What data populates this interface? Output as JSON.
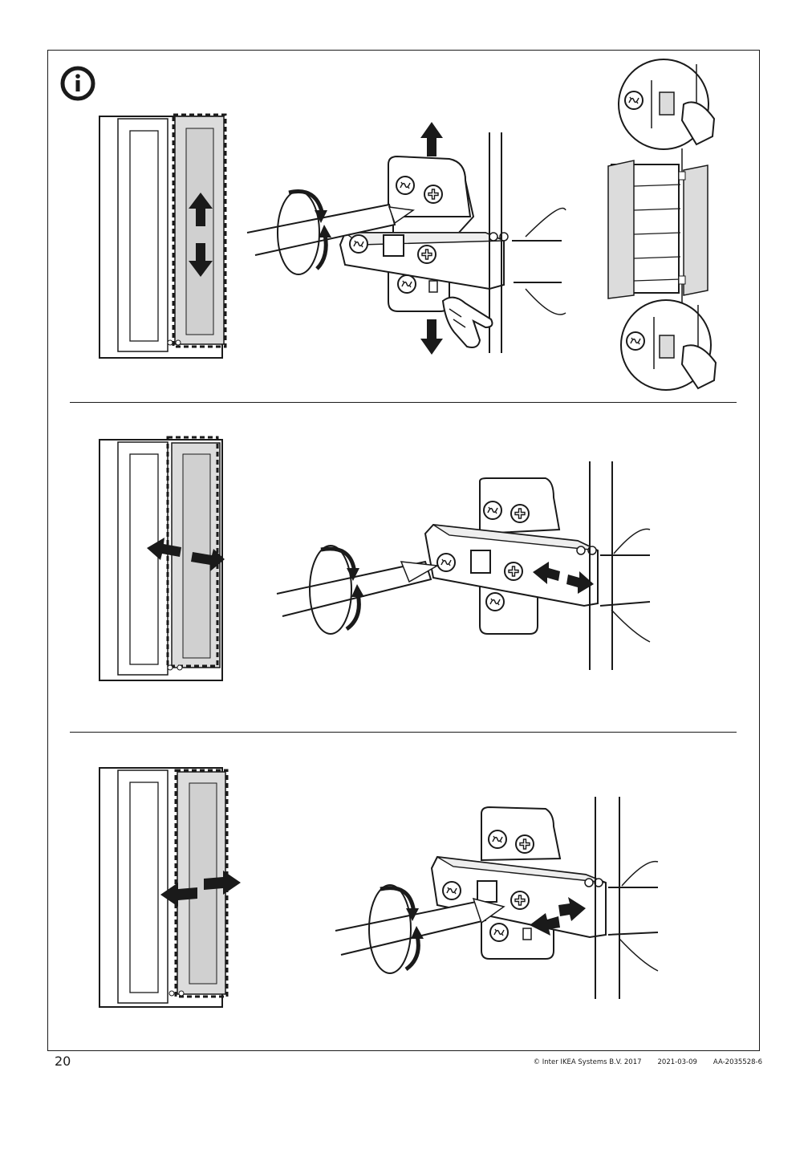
{
  "page_number": "20",
  "footer": {
    "copyright": "© Inter IKEA Systems B.V. 2017",
    "date": "2021-03-09",
    "code": "AA-2035528-6"
  },
  "info_icon": "info-icon",
  "panels": [
    {
      "name": "vertical-adjustment",
      "direction": "up-down"
    },
    {
      "name": "depth-adjustment",
      "direction": "in-out"
    },
    {
      "name": "lateral-adjustment",
      "direction": "left-right"
    }
  ],
  "colors": {
    "ink": "#1a1a1a",
    "door_fill": "#dcdcdc",
    "paper": "#ffffff"
  }
}
